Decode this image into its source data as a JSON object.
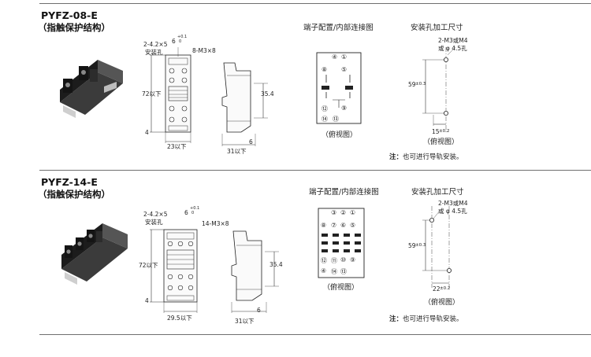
{
  "sections": [
    {
      "model": "PYFZ-08-E",
      "subtitle": "（指触保护结构）",
      "dims": {
        "holes": "2-4.2×5",
        "holes_label": "安装孔",
        "screw_top": "6",
        "screw_sup": "+0.1",
        "screw_sub": "0",
        "terminals": "8-M3×8",
        "height": "72以下",
        "bottom_offset": "4",
        "width": "23以下",
        "side_height": "35.4",
        "side_foot": "6",
        "side_depth": "31以下"
      },
      "diagram_title": "端子配置/内部连接图",
      "pins_top": [
        "④",
        "①"
      ],
      "pins_mid": [
        "⑧",
        "⑤"
      ],
      "pins_bot": [
        "⑫",
        "⑨"
      ],
      "pins_btm": [
        "⑭",
        "⑬"
      ],
      "view_label": "（俯视图）",
      "cut_title": "安装孔加工尺寸",
      "cut_holes_a": "2-M3或M4",
      "cut_holes_b": "或 φ 4.5孔",
      "cut_height": "59",
      "cut_height_tol": "±0.3",
      "cut_width": "15",
      "cut_width_tol": "±0.2",
      "cut_view": "（俯视图）",
      "note_prefix": "注：",
      "note_text": "也可进行导轨安装。"
    },
    {
      "model": "PYFZ-14-E",
      "subtitle": "（指触保护结构）",
      "dims": {
        "holes": "2-4.2×5",
        "holes_label": "安装孔",
        "screw_top": "6",
        "screw_sup": "+0.1",
        "screw_sub": "0",
        "terminals": "14-M3×8",
        "height": "72以下",
        "bottom_offset": "4",
        "width": "29.5以下",
        "side_height": "35.4",
        "side_foot": "6",
        "side_depth": "31以下"
      },
      "diagram_title": "端子配置/内部连接图",
      "pins_top": [
        "③",
        "②",
        "①"
      ],
      "pins_mid": [
        "⑧",
        "⑦",
        "⑥",
        "⑤"
      ],
      "pins_bot": [
        "⑫",
        "⑪",
        "⑩",
        "⑨"
      ],
      "pins_btm": [
        "④",
        "⑭",
        "⑬"
      ],
      "view_label": "（俯视图）",
      "cut_title": "安装孔加工尺寸",
      "cut_holes_a": "2-M3或M4",
      "cut_holes_b": "或 φ 4.5孔",
      "cut_height": "59",
      "cut_height_tol": "±0.3",
      "cut_width": "22",
      "cut_width_tol": "±0.2",
      "cut_view": "（俯视图）",
      "note_prefix": "注：",
      "note_text": "也可进行导轨安装。"
    }
  ]
}
